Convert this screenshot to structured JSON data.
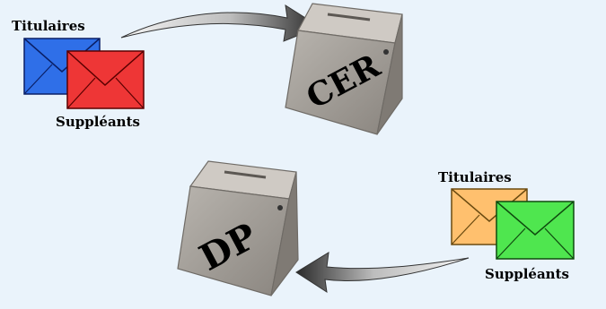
{
  "top": {
    "label_top": "Titulaires",
    "label_bottom": "Suppléants",
    "box_label": "CER",
    "envelope_back_color": "#2f6fe8",
    "envelope_front_color": "#ee3636"
  },
  "bottom": {
    "label_top": "Titulaires",
    "label_bottom": "Suppléants",
    "box_label": "DP",
    "envelope_back_color": "#ffc06e",
    "envelope_front_color": "#4fe64f"
  },
  "colors": {
    "background": "#eaf3fb",
    "ballot_box": "#9a9590",
    "arrow_dark": "#2e2e2e",
    "arrow_light": "#e8e8e8"
  }
}
